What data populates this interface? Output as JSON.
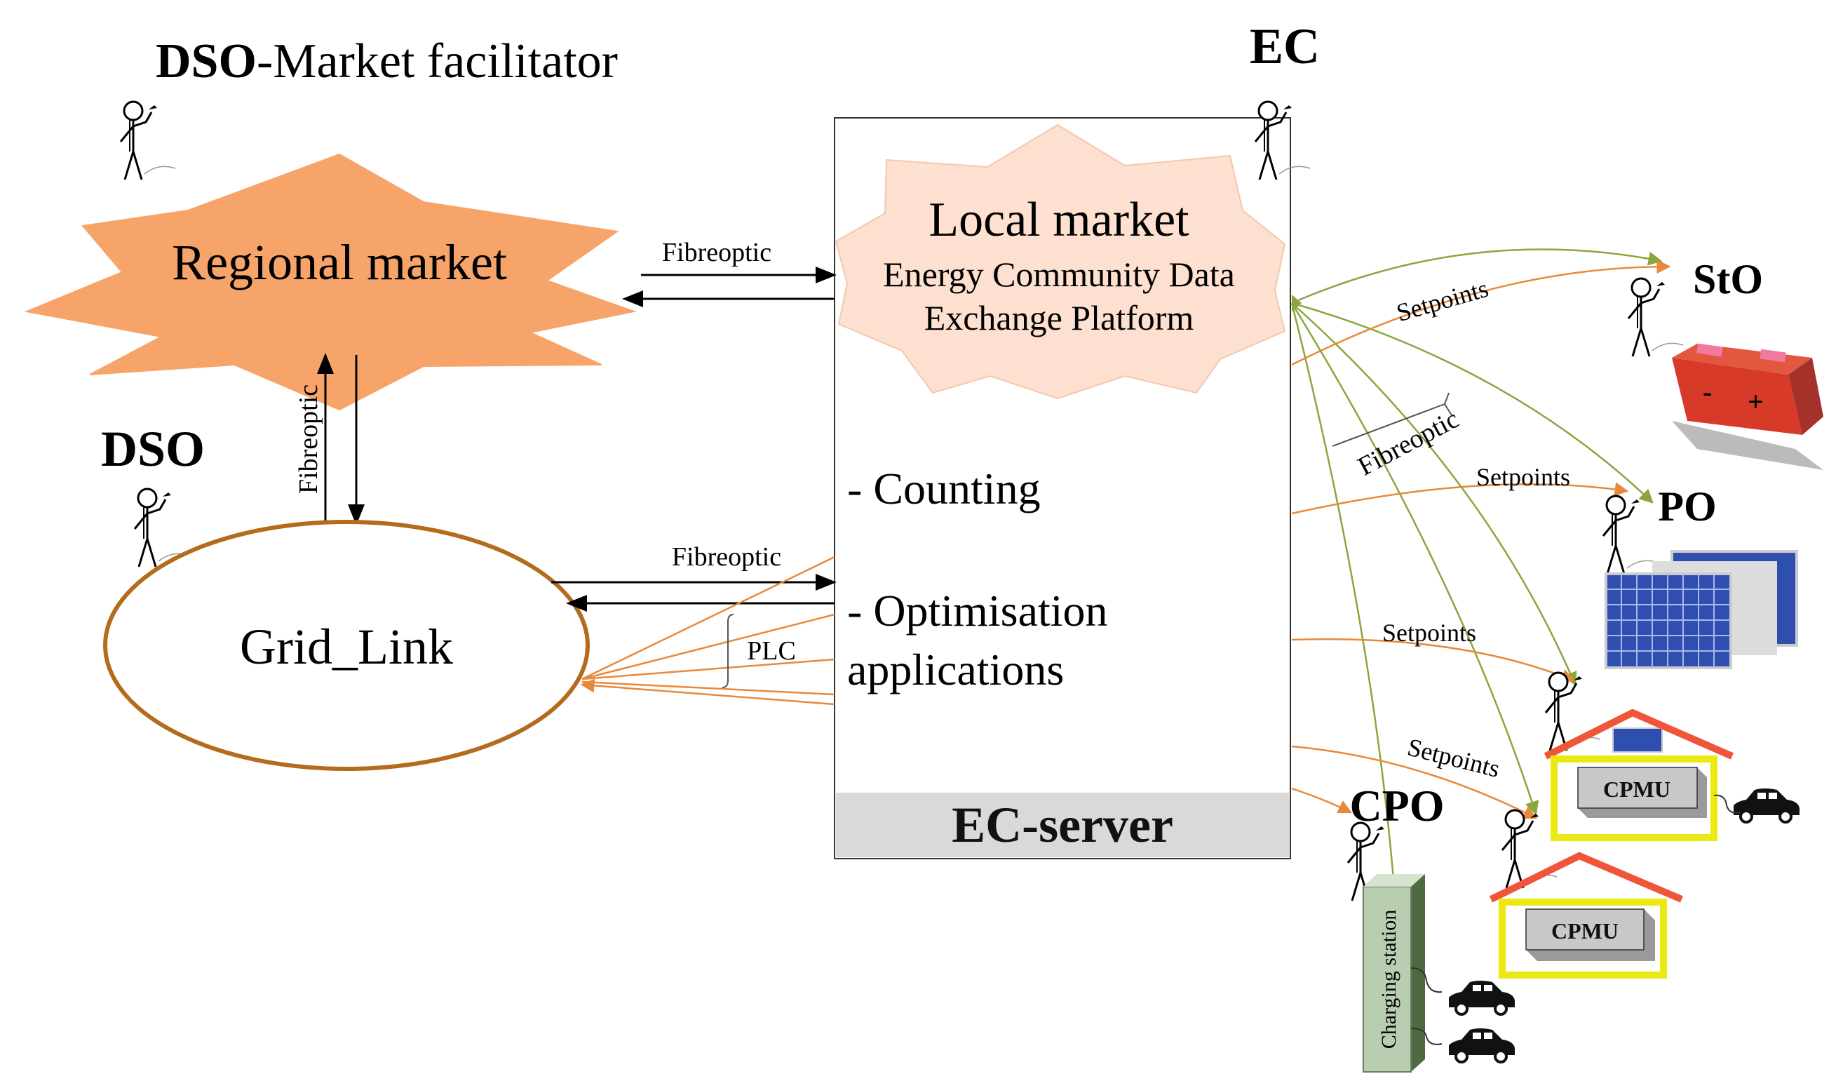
{
  "actors": {
    "dso_market_facilitator": {
      "bold": "DSO",
      "rest": "-Market facilitator"
    },
    "ec": "EC",
    "dso": "DSO",
    "sto": "StO",
    "po": "PO",
    "cpo": "CPO"
  },
  "nodes": {
    "regional_market": "Regional market",
    "local_market": "Local market",
    "platform_line1": "Energy Community Data",
    "platform_line2": "Exchange Platform",
    "grid_link": "Grid_Link",
    "counting": "- Counting",
    "optimisation_line1": "- Optimisation",
    "optimisation_line2": "applications",
    "ec_server": "EC-server"
  },
  "links": {
    "fibreoptic_regional_local": "Fibreoptic",
    "fibreoptic_vertical": "Fibreoptic",
    "fibreoptic_grid_server": "Fibreoptic",
    "plc": "PLC",
    "fibreoptic_right": "Fibreoptic",
    "setpoints_sto": "Setpoints",
    "setpoints_po": "Setpoints",
    "setpoints_house1": "Setpoints",
    "setpoints_house2": "Setpoints"
  },
  "devices": {
    "cpmu_1": "CPMU",
    "cpmu_2": "CPMU",
    "charging_station": "Charging station",
    "battery_minus": "-",
    "battery_plus": "+"
  },
  "colors": {
    "regional_market_fill": "#f7a46a",
    "local_market_fill": "#fde0d0",
    "grid_link_stroke": "#b36b1c",
    "orange_link": "#e8893a",
    "green_link": "#8aa63c",
    "server_bar": "#d9d9d9",
    "house_roof": "#f0553a",
    "house_frame": "#eaea12",
    "solar_panel": "#2f4fb0",
    "battery": "#d83a2a"
  }
}
